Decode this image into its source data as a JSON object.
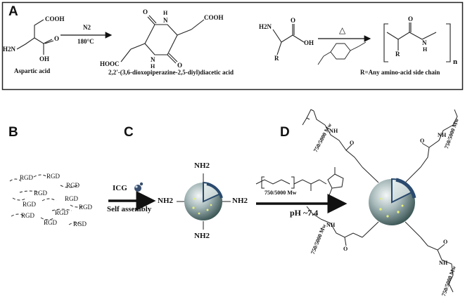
{
  "panel_a": {
    "letter": "A",
    "aspartic": {
      "cooh": "COOH",
      "h2n": "H2N",
      "o": "O",
      "oh": "OH",
      "name": "Aspartic acid"
    },
    "step1": {
      "reagent": "N2",
      "temp": "180°C"
    },
    "dkp": {
      "h1": "H",
      "n1": "N",
      "h2": "H",
      "n2": "N",
      "o_top": "O",
      "o_bottom": "O",
      "cooh_right": "COOH",
      "cooh_left": "HOOC",
      "name": "2,2'-(3,6-dioxopiperazine-2,5-diyl)diacetic acid"
    },
    "amino_acid": {
      "h2n": "H2N",
      "r": "R",
      "o": "O",
      "oh": "OH"
    },
    "step2": {
      "symbol": "△"
    },
    "polymer": {
      "o": "O",
      "h": "H",
      "n": "N",
      "r": "R",
      "n_sub": "n"
    },
    "r_note": "R=Any amino-acid side chain"
  },
  "panel_b": {
    "letter": "B",
    "rgd_label": "RGD"
  },
  "panel_c": {
    "letter": "C",
    "icg": "ICG",
    "self_assembly": "Self assembly",
    "nh2_top": "NH2",
    "nh2_left": "NH2",
    "nh2_right": "NH2",
    "nh2_bottom": "NH2"
  },
  "panel_d": {
    "letter": "D",
    "reagent_mw": "750/5000 Mw",
    "ph": "pH ~7.4",
    "mw_label": "750/5000 Mw",
    "o": "O",
    "h": "H",
    "n": "N"
  },
  "colors": {
    "border": "#222222",
    "line": "#222222",
    "sphere_light": "#eef2f2",
    "sphere_mid": "#9fb3b4",
    "sphere_dark": "#3e5657",
    "shell": "#2a4a6e",
    "dot": "#e6f07a"
  }
}
